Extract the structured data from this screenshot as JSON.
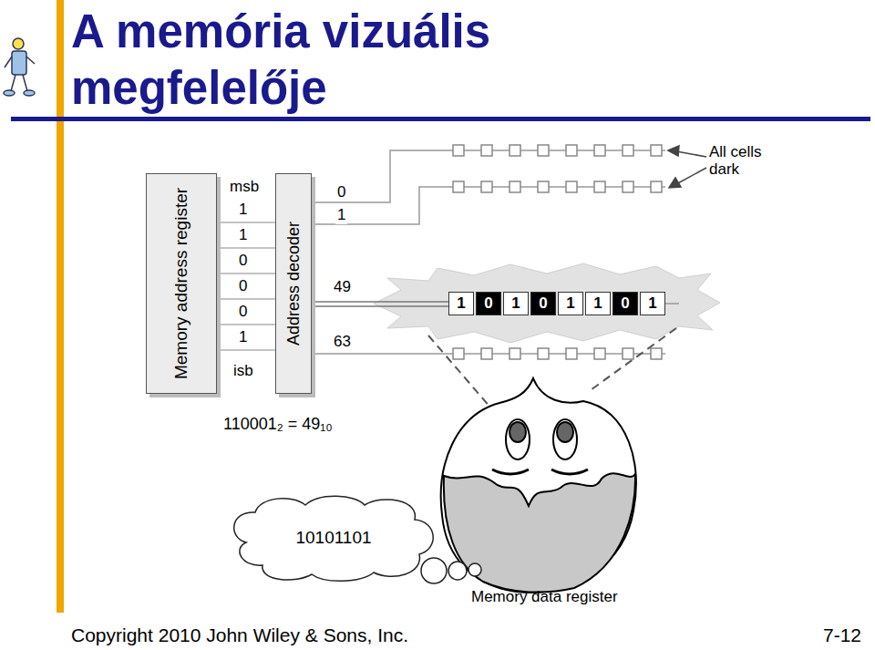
{
  "diagram": {
    "title": "A memória vizuális megfelelője",
    "caption": "Copyright 2010 John Wiley & Sons, Inc.",
    "nodes": [
      {
        "text": [
          "Memory address register"
        ]
      },
      {
        "text": [
          "Address decoder"
        ]
      },
      {
        "text": [
          "1"
        ]
      },
      {
        "text": [
          "0"
        ]
      },
      {
        "text": [
          "1"
        ]
      },
      {
        "text": [
          "0"
        ]
      },
      {
        "text": [
          "1"
        ]
      },
      {
        "text": [
          "1"
        ]
      },
      {
        "text": [
          "0"
        ]
      },
      {
        "text": [
          "1"
        ]
      },
      {
        "text": [
          "10101101"
        ]
      }
    ],
    "labels": [
      "msb",
      "1",
      "1",
      "0",
      "0",
      "0",
      "1",
      "isb",
      "0",
      "1",
      "49",
      "63",
      "All cells dark",
      "110001₂ = 49₁₀",
      "Memory data register",
      "7-12"
    ]
  }
}
